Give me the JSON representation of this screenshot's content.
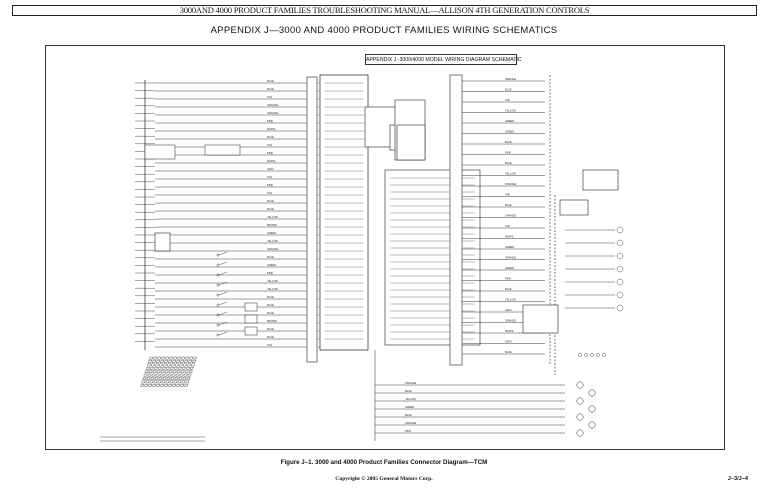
{
  "header": {
    "text": "3000AND 4000 PRODUCT FAMILIES TROUBLESHOOTING MANUAL—ALLISON 4TH GENERATION CONTROLS"
  },
  "appendix_title": "APPENDIX J—3000 AND 4000 PRODUCT FAMILIES WIRING SCHEMATICS",
  "diagram_title": "APPENDIX J -3000/4000 MODEL WIRING DIAGRAM SCHEMATIC",
  "figure_caption": "Figure J–1. 3000 and 4000 Product Families Connector Diagram—TCM",
  "copyright": "Copyright © 2005 General Motors Corp.",
  "page_number": "J–3/J–4",
  "schematic": {
    "left_wire_colors": [
      "BLUE",
      "BLUE",
      "TAN",
      "ORANGE",
      "ORANGE",
      "PINK",
      "WHITE",
      "BLUE",
      "TAN",
      "PINK",
      "WHITE",
      "GRAY",
      "TAN",
      "PINK",
      "TAN",
      "BLUE",
      "BLUE",
      "YELLOW",
      "BROWN",
      "GREEN",
      "YELLOW",
      "ORANGE",
      "BLUE",
      "GREEN",
      "PINK",
      "YELLOW",
      "YELLOW",
      "BLUE",
      "BLUE",
      "BLUE",
      "BROWN",
      "BLUE",
      "BLUE",
      "TAN"
    ],
    "right_wire_colors": [
      "ORANGE",
      "BLUE",
      "TAN",
      "YELLOW",
      "GREEN",
      "GREEN",
      "BLUE",
      "PINK",
      "BLUE",
      "YELLOW",
      "ORANGE",
      "TAN",
      "BLUE",
      "ORANGE",
      "TAN",
      "WHITE",
      "GREEN",
      "ORANGE",
      "GREEN",
      "PINK",
      "BLUE",
      "YELLOW",
      "GRAY",
      "ORANGE",
      "WHITE",
      "GRAY",
      "BLUE"
    ],
    "bottom_wire_colors": [
      "ORANGE",
      "BLUE",
      "YELLOW",
      "GREEN",
      "BLUE",
      "ORANGE",
      "PINK"
    ]
  }
}
